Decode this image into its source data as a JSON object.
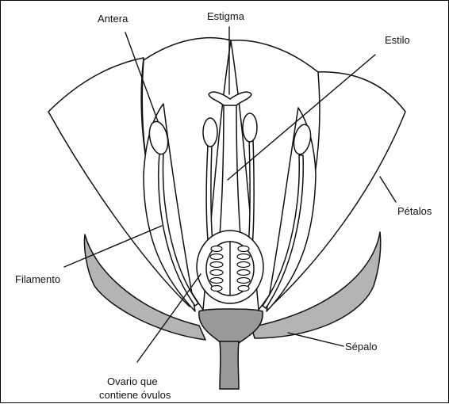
{
  "labels": {
    "antera": "Antera",
    "estigma": "Estigma",
    "estilo": "Estilo",
    "petalos": "Pétalos",
    "filamento": "Filamento",
    "sepalo": "Sépalo",
    "ovario_line1": "Ovario que",
    "ovario_line2": "contiene óvulos"
  },
  "colors": {
    "line": "#111111",
    "sepal_fill": "#b4b4b4",
    "receptacle_fill": "#999999",
    "background": "#ffffff"
  }
}
